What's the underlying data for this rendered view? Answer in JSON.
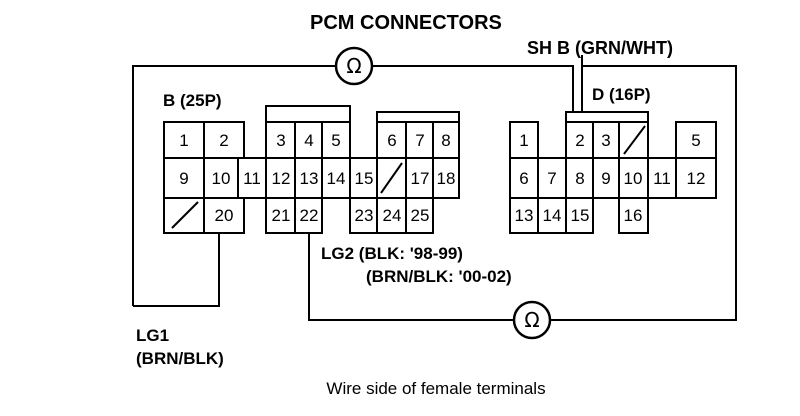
{
  "title": "PCM CONNECTORS",
  "connector_b": {
    "label": "B (25P)",
    "row1": [
      "1",
      "2",
      "3",
      "4",
      "5",
      "6",
      "7",
      "8"
    ],
    "row2": [
      "9",
      "10",
      "11",
      "12",
      "13",
      "14",
      "15",
      "17",
      "18"
    ],
    "row3": [
      "20",
      "21",
      "22",
      "23",
      "24",
      "25"
    ]
  },
  "connector_d": {
    "label": "D (16P)",
    "row1": [
      "1",
      "2",
      "3",
      "5"
    ],
    "row2": [
      "6",
      "7",
      "8",
      "9",
      "10",
      "11",
      "12"
    ],
    "row3": [
      "13",
      "14",
      "15",
      "16"
    ]
  },
  "labels": {
    "shb": "SH B (GRN/WHT)",
    "lg2_line1": "LG2 (BLK: '98-99)",
    "lg2_line2": "(BRN/BLK: '00-02)",
    "lg1_line1": "LG1",
    "lg1_line2": "(BRN/BLK)",
    "ohm_symbol": "Ω",
    "caption": "Wire side of female terminals"
  }
}
